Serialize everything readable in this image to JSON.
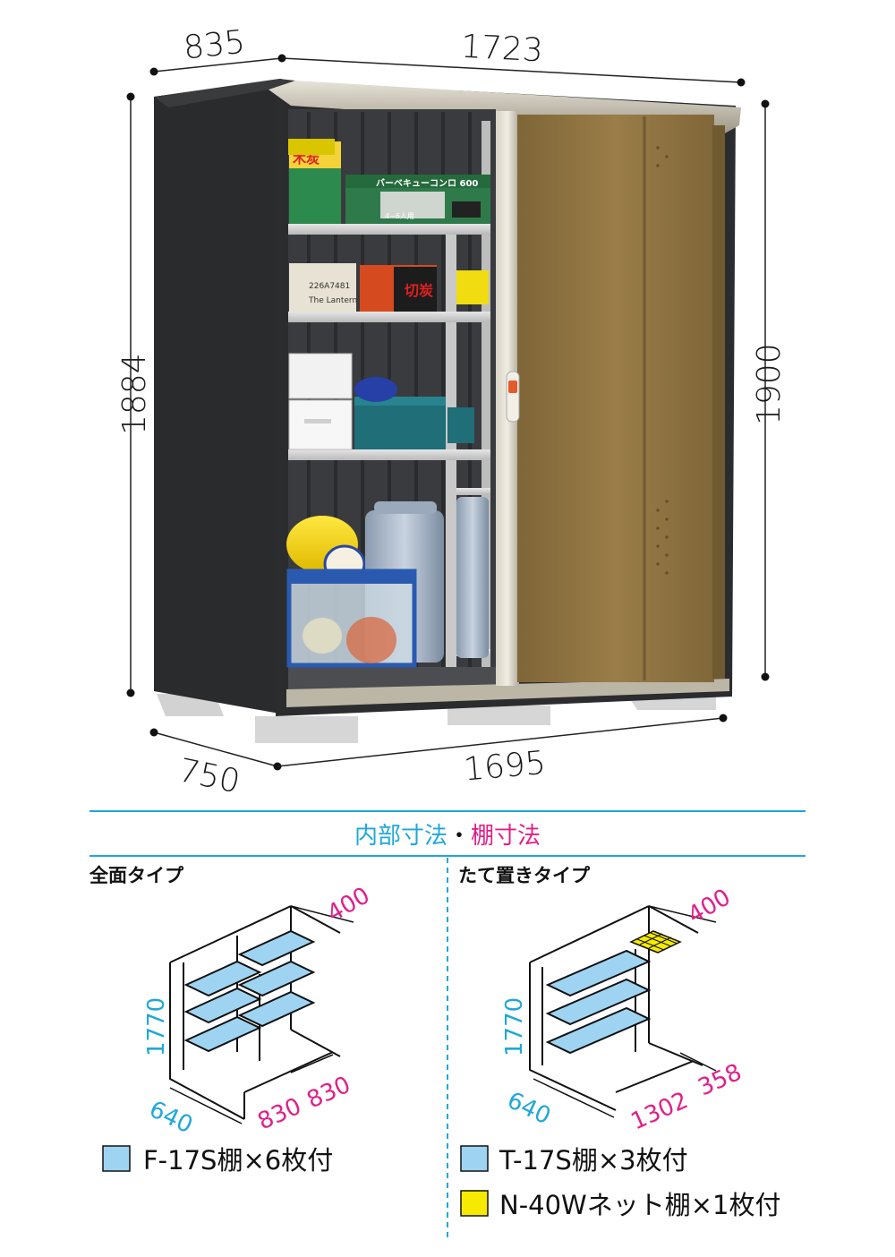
{
  "colors": {
    "shed_body": "#2a2b2d",
    "door_gold": "#8f7440",
    "frame_silver": "#c9c3b3",
    "interior_dim": "#20a8d8",
    "shelf_dim": "#e0208a",
    "shelf_fill": "#9ed4f2",
    "net_shelf": "#f5ea00",
    "divider": "#20a8d8"
  },
  "shed_dimensions": {
    "depth_top": "835",
    "width_top": "1723",
    "height_left": "1884",
    "height_right": "1900",
    "depth_bottom": "750",
    "width_bottom": "1695"
  },
  "product_labels": {
    "bbq_box": "バーベキューコンロ 600",
    "bbq_box_sub": "4~6人用",
    "small_box": "木炭",
    "lantern_box": "The Lantern",
    "lantern_code": "226A7481",
    "charcoal_box": "切炭"
  },
  "section": {
    "title_part1": "内部寸法",
    "title_sep": "・",
    "title_part2": "棚寸法"
  },
  "full_type": {
    "title": "全面タイプ",
    "height": "1770",
    "depth": "640",
    "shelf_depth": "400",
    "shelf_width_1": "830",
    "shelf_width_2": "830"
  },
  "vertical_type": {
    "title": "たて置きタイプ",
    "height": "1770",
    "depth": "640",
    "shelf_depth": "400",
    "width_1": "1302",
    "width_2": "358"
  },
  "legends": {
    "f_shelf": "F-17S棚×6枚付",
    "t_shelf": "T-17S棚×3枚付",
    "n_shelf": "N-40Wネット棚×1枚付"
  }
}
